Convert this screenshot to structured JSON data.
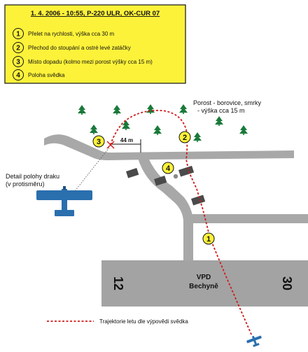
{
  "legend": {
    "title": "1. 4. 2006 - 10:55, P-220 ULR, OK-CUR 07",
    "items": [
      {
        "num": "1",
        "text": "Přelet na rychlosti, výška cca 30 m"
      },
      {
        "num": "2",
        "text": "Přechod do stoupání a ostré levé zatáčky"
      },
      {
        "num": "3",
        "text": "Místo dopadu (kolmo mezi porost výšky cca 15 m)"
      },
      {
        "num": "4",
        "text": "Poloha svědka"
      }
    ]
  },
  "map": {
    "vegetation_label_line1": "Porost - borovice, smrky",
    "vegetation_label_line2": "- výška cca 15 m",
    "distance_label": "44 m",
    "detail_label_line1": "Detail polohy draku",
    "detail_label_line2": "(v protisměru)",
    "runway_name_line1": "VPD",
    "runway_name_line2": "Bechyně",
    "runway_left_number": "12",
    "runway_right_number": "30",
    "markers": [
      "1",
      "2",
      "3",
      "4"
    ]
  },
  "footer_legend": {
    "trajectory_label": "Trajektorie letu dle výpovědi svědka"
  },
  "colors": {
    "legend_bg": "#fdf23a",
    "marker_fill": "#fdf23a",
    "road": "#a8a8a8",
    "runway": "#a3a3a3",
    "tree": "#1a7a3a",
    "aircraft": "#2a6fae",
    "trajectory": "#d11a1a"
  }
}
